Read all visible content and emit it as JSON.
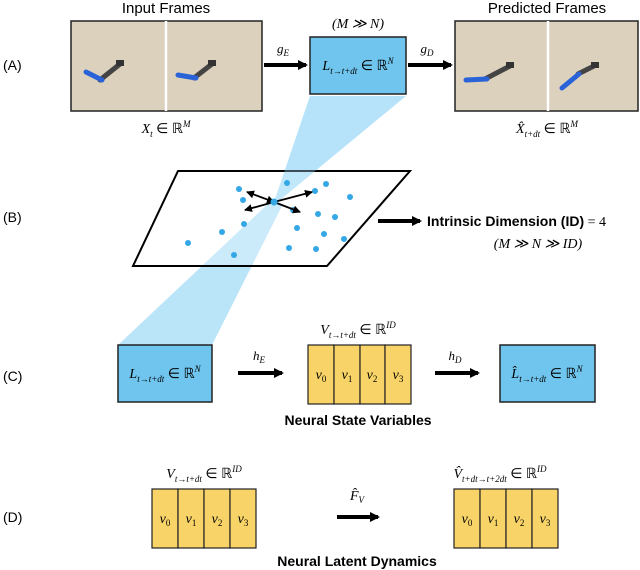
{
  "colors": {
    "frame_bg": "#dcd1bd",
    "latent_fill": "#70c5ee",
    "state_fill": "#f8d468",
    "cone": "#aee0f8",
    "point": "#34a8e6",
    "arm_dark": "#444444",
    "arm_blue": "#2a63d8"
  },
  "row_labels": [
    "(A)",
    "(B)",
    "(C)",
    "(D)"
  ],
  "row_a": {
    "input_title": "Input Frames",
    "predicted_title": "Predicted Frames",
    "relation": "(M ≫ N)",
    "encoder": {
      "base": "g",
      "sub": "E"
    },
    "decoder": {
      "base": "g",
      "sub": "D"
    },
    "latent": {
      "base": "L",
      "sub": "t→t+dt",
      "rest": " ∈ ℝ",
      "sup": "N"
    },
    "input_var": {
      "base": "X",
      "sub": "t",
      "rest": " ∈ ℝ",
      "sup": "M"
    },
    "output_var": {
      "base": "X̂",
      "sub": "t+dt",
      "rest": " ∈ ℝ",
      "sup": "M"
    }
  },
  "row_b": {
    "id_label": "Intrinsic Dimension (ID)",
    "id_value": " = 4",
    "relation": "(M ≫ N ≫ ID)"
  },
  "row_c": {
    "latent_in": {
      "base": "L",
      "sub": "t→t+dt",
      "rest": " ∈ ℝ",
      "sup": "N"
    },
    "encoder": {
      "base": "h",
      "sub": "E"
    },
    "decoder": {
      "base": "h",
      "sub": "D"
    },
    "state_var": {
      "base": "V",
      "sub": "t→t+dt",
      "rest": " ∈ ℝ",
      "sup": "ID"
    },
    "cells": [
      {
        "base": "v",
        "sub": "0"
      },
      {
        "base": "v",
        "sub": "1"
      },
      {
        "base": "v",
        "sub": "2"
      },
      {
        "base": "v",
        "sub": "3"
      }
    ],
    "latent_out": {
      "base": "L̂",
      "sub": "t→t+dt",
      "rest": " ∈ ℝ",
      "sup": "N"
    },
    "caption": "Neural State Variables"
  },
  "row_d": {
    "state_in": {
      "base": "V",
      "sub": "t→t+dt",
      "rest": " ∈ ℝ",
      "sup": "ID"
    },
    "dynamics": {
      "base": "F̂",
      "sub": "V"
    },
    "state_out": {
      "base": "V̂",
      "sub": "t+dt→t+2dt",
      "rest": " ∈ ℝ",
      "sup": "ID"
    },
    "cells_in": [
      {
        "base": "v",
        "sub": "0"
      },
      {
        "base": "v",
        "sub": "1"
      },
      {
        "base": "v",
        "sub": "2"
      },
      {
        "base": "v",
        "sub": "3"
      }
    ],
    "cells_out": [
      {
        "base": "v",
        "sub": "0"
      },
      {
        "base": "v",
        "sub": "1"
      },
      {
        "base": "v",
        "sub": "2"
      },
      {
        "base": "v",
        "sub": "3"
      }
    ],
    "caption": "Neural Latent Dynamics"
  }
}
